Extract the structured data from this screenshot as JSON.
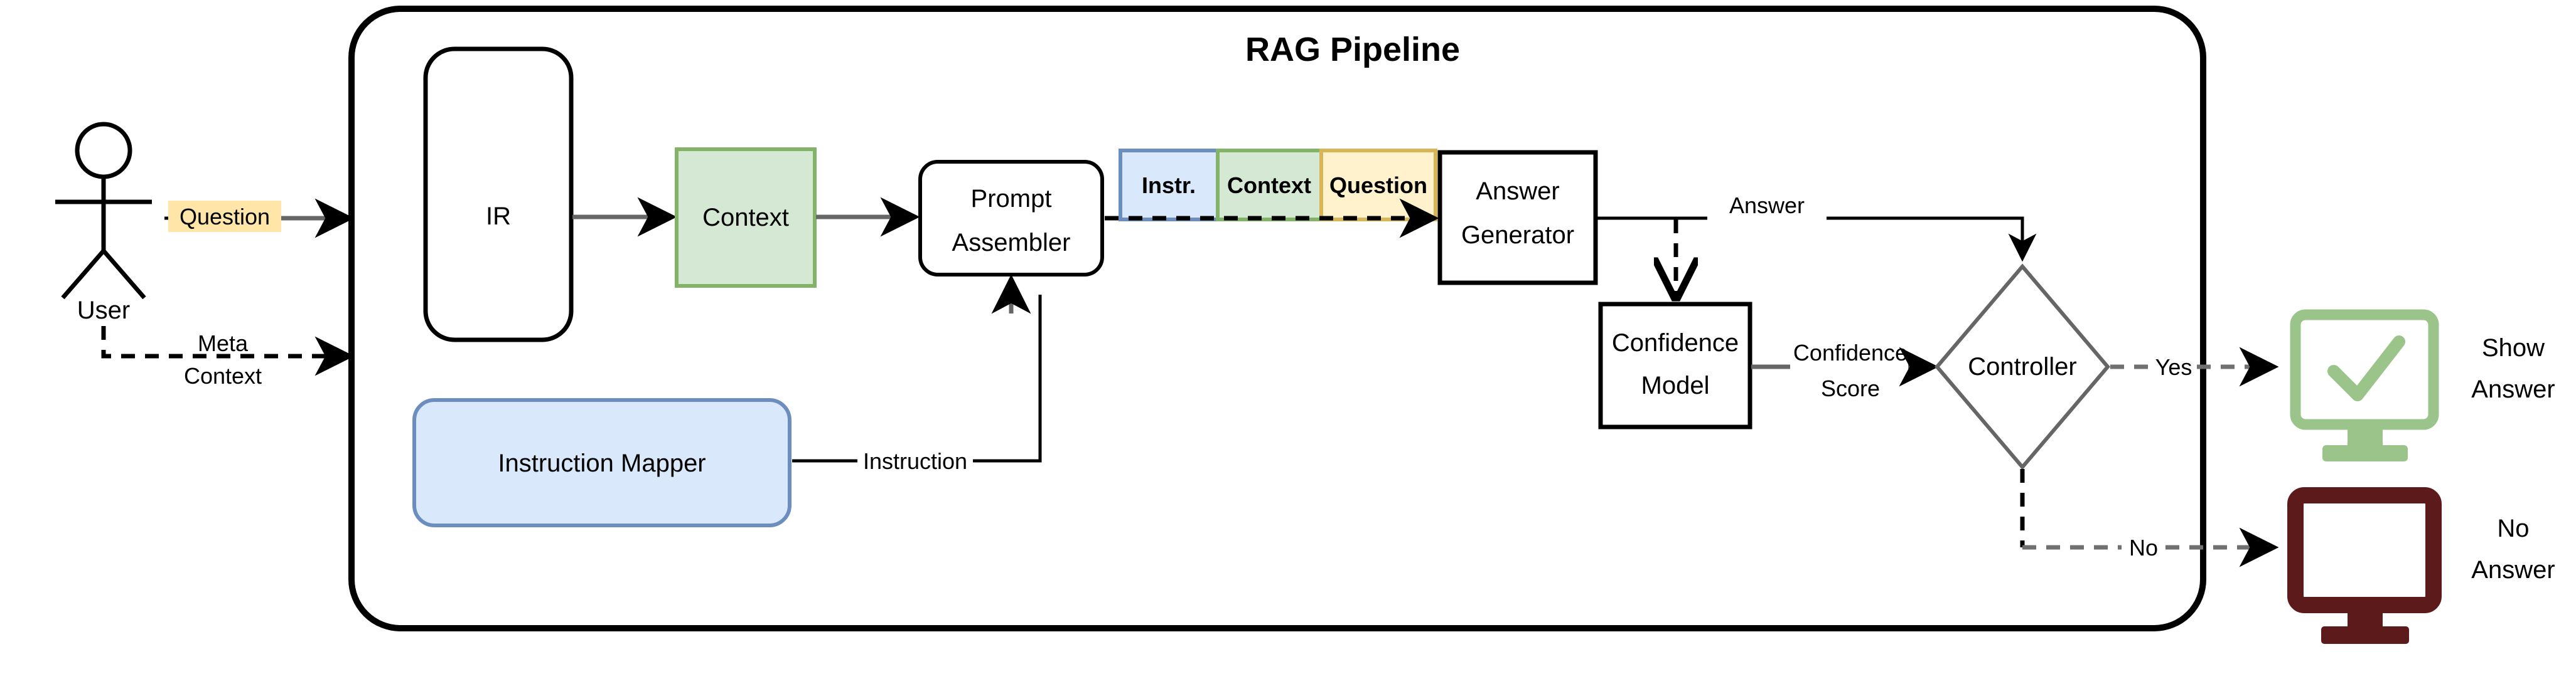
{
  "diagram": {
    "title": "RAG Pipeline",
    "actor": {
      "label": "User",
      "icon": "user-stick-figure-icon"
    },
    "edges": {
      "question": "Question",
      "meta_context": "Meta\nContext",
      "meta_context_line1": "Meta",
      "meta_context_line2": "Context",
      "instruction": "Instruction",
      "answer": "Answer",
      "confidence_score_line1": "Confidence",
      "confidence_score_line2": "Score",
      "yes": "Yes",
      "no": "No"
    },
    "nodes": {
      "ir": "IR",
      "context": "Context",
      "prompt_assembler_line1": "Prompt",
      "prompt_assembler_line2": "Assembler",
      "instruction_mapper": "Instruction Mapper",
      "answer_generator_line1": "Answer",
      "answer_generator_line2": "Generator",
      "confidence_model_line1": "Confidence",
      "confidence_model_line2": "Model",
      "controller": "Controller"
    },
    "prompt_segments": [
      {
        "label": "Instr.",
        "fill": "#dae8fc",
        "stroke": "#6c8ebf"
      },
      {
        "label": "Context",
        "fill": "#d5e8d4",
        "stroke": "#82b366"
      },
      {
        "label": "Question",
        "fill": "#ffe6cc",
        "stroke": "#d6b656"
      }
    ],
    "outcomes": [
      {
        "icon": "monitor-check-icon",
        "label_line1": "Show",
        "label_line2": "Answer",
        "color": "#9ac48a"
      },
      {
        "icon": "monitor-blank-icon",
        "label_line1": "No",
        "label_line2": "Answer",
        "color": "#5c1a1a"
      }
    ],
    "colors": {
      "context_fill": "#d5e8d4",
      "context_stroke": "#82b366",
      "instruction_fill": "#dae8fc",
      "instruction_stroke": "#6c8ebf",
      "question_fill": "#ffe6cc",
      "question_stroke": "#d6b656",
      "highlight": "#ffe6a8",
      "show_answer": "#9ac48a",
      "no_answer": "#5c1a1a",
      "edge": "#666666"
    }
  }
}
